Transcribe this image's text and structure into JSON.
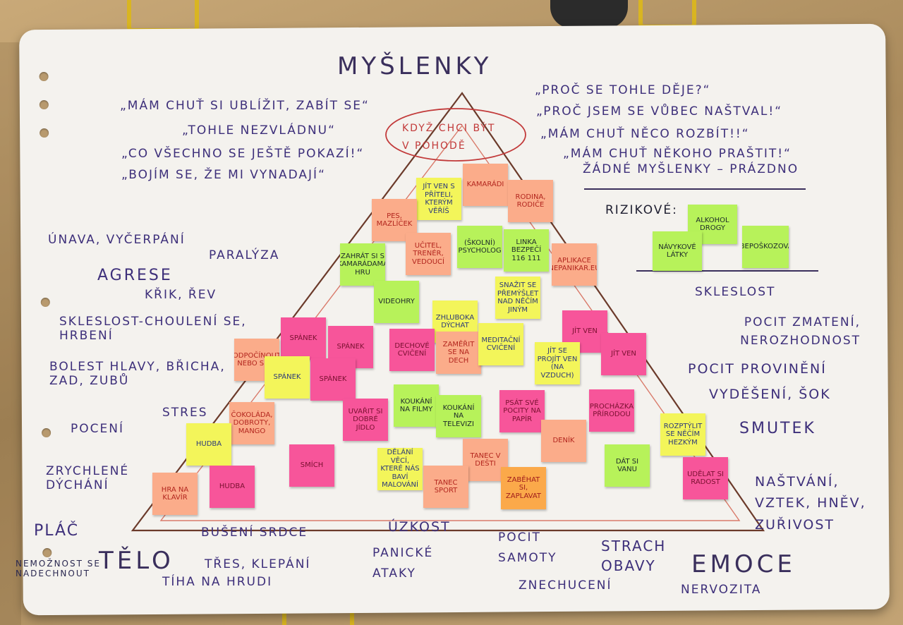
{
  "title": "MYŠLENKY",
  "top_circle": "KDYŽ CHCI BÝT V POHODĚ",
  "thoughts_left": [
    "„MÁM CHUŤ SI UBLÍŽIT, ZABÍT SE“",
    "„TOHLE NEZVLÁDNU“",
    "„CO VŠECHNO SE JEŠTĚ POKAZÍ!“",
    "„BOJÍM SE, ŽE MI VYNADAJÍ“"
  ],
  "thoughts_right": [
    "„PROČ SE TOHLE DĚJE?“",
    "„PROČ JSEM SE VŮBEC NAŠTVAL!“",
    "„MÁM CHUŤ NĚCO ROZBÍT!!“",
    "„MÁM CHUŤ NĚKOHO PRAŠTIT!“",
    "ŽÁDNÉ MYŠLENKY – PRÁZDNO"
  ],
  "risk_label": "RIZIKOVÉ:",
  "risk_notes": [
    "ALKOHOL DROGY",
    "NÁVYKOVÉ LÁTKY",
    "SEBEPOŠKOZOVÁNÍ"
  ],
  "body_label": "TĚLO",
  "emotions_label": "EMOCE",
  "body_items": [
    "ÚNAVA, VYČERPÁNÍ",
    "PARALÝZA",
    "AGRESE",
    "KŘIK, ŘEV",
    "SKLESLOST-CHOULENÍ SE, HRBENÍ",
    "BOLEST HLAVY, BŘICHA, ZAD, ZUBŮ",
    "STRES",
    "POCENÍ",
    "ZRYCHLENÉ DÝCHÁNÍ",
    "PLÁČ",
    "NEMOŽNOST SE NADECHNOUT",
    "BUŠENÍ SRDCE",
    "TŘES, KLEPÁNÍ",
    "TÍHA NA HRUDI"
  ],
  "emotion_items": [
    "SKLESLOST",
    "POCIT ZMATENÍ, NEROZHODNOST",
    "POCIT PROVINĚNÍ",
    "VYDĚŠENÍ, ŠOK",
    "SMUTEK",
    "NAŠTVÁNÍ, VZTEK, HNĚV, ZUŘIVOST",
    "NERVOZITA"
  ],
  "bottom_items": [
    "ÚZKOST",
    "PANICKÉ ATAKY",
    "POCIT SAMOTY",
    "STRACH OBAVY",
    "ZNECHUCENÍ"
  ],
  "notes": [
    {
      "text": "KAMARÁDI",
      "color": "orange"
    },
    {
      "text": "JÍT VEN S PŘÍTELI, KTERÝM VĚŘÍŠ",
      "color": "yellow"
    },
    {
      "text": "RODINA, RODIČE",
      "color": "orange"
    },
    {
      "text": "PES, MAZLÍČEK",
      "color": "orange"
    },
    {
      "text": "UČITEL, TRENÉR, VEDOUCÍ",
      "color": "orange"
    },
    {
      "text": "(ŠKOLNÍ) PSYCHOLOG",
      "color": "green"
    },
    {
      "text": "LINKA BEZPEČÍ 116 111",
      "color": "green"
    },
    {
      "text": "APLIKACE (NEPANIKAR.EU)",
      "color": "orange"
    },
    {
      "text": "Zahrát si s kamarádama hru",
      "color": "green"
    },
    {
      "text": "VIDEOHRY",
      "color": "green"
    },
    {
      "text": "SNAŽIT SE PŘEMÝŠLET NAD NĚČÍM JINÝM",
      "color": "yellow"
    },
    {
      "text": "ZHLUBOKA DÝCHAT",
      "color": "yellow"
    },
    {
      "text": "Jít ven",
      "color": "pink"
    },
    {
      "text": "SPÁNEK",
      "color": "pink"
    },
    {
      "text": "SPÁNEK",
      "color": "pink"
    },
    {
      "text": "DECHOVÉ CVIČENÍ",
      "color": "pink"
    },
    {
      "text": "ZAMĚŘIT SE NA DECH",
      "color": "orange"
    },
    {
      "text": "MEDITAČNÍ CVIČENÍ",
      "color": "yellow"
    },
    {
      "text": "JÍT SE PROJÍT VEN (NA VZDUCH)",
      "color": "yellow"
    },
    {
      "text": "JÍT VEN",
      "color": "pink"
    },
    {
      "text": "ODPOČÍNOUT NEBO SPÁT",
      "color": "orange"
    },
    {
      "text": "SPÁNEK",
      "color": "yellow"
    },
    {
      "text": "Spánek",
      "color": "pink"
    },
    {
      "text": "Koukání na filmy",
      "color": "green"
    },
    {
      "text": "UVAŘIT SI DOBRÉ JÍDLO",
      "color": "pink"
    },
    {
      "text": "Koukání na televizi",
      "color": "green"
    },
    {
      "text": "PSÁT SVÉ POCITY NA PAPÍR",
      "color": "pink"
    },
    {
      "text": "PROCHÁZKA PŘÍRODOU",
      "color": "pink"
    },
    {
      "text": "ČOKOLÁDA, DOBROTY, MANGO",
      "color": "orange"
    },
    {
      "text": "HUDBA",
      "color": "yellow"
    },
    {
      "text": "SMÍCH",
      "color": "pink"
    },
    {
      "text": "DĚLÁNÍ VĚCÍ, KTERÉ NÁS BAVÍ MALOVÁNÍ",
      "color": "yellow"
    },
    {
      "text": "TANEC V DEŠTI",
      "color": "orange"
    },
    {
      "text": "DENÍK",
      "color": "orange"
    },
    {
      "text": "ROZPTÝLIT SE NĚČÍM HEZKÝM",
      "color": "yellow"
    },
    {
      "text": "DÁT SI VANU",
      "color": "green"
    },
    {
      "text": "UDĚLAT SI RADOST",
      "color": "pink"
    },
    {
      "text": "HRA NA KLAVÍR",
      "color": "orange"
    },
    {
      "text": "HUDBA",
      "color": "pink"
    },
    {
      "text": "TANEC SPORT",
      "color": "orange"
    },
    {
      "text": "ZABĚHAT SI, ZAPLAVAT",
      "color": "amber"
    }
  ]
}
